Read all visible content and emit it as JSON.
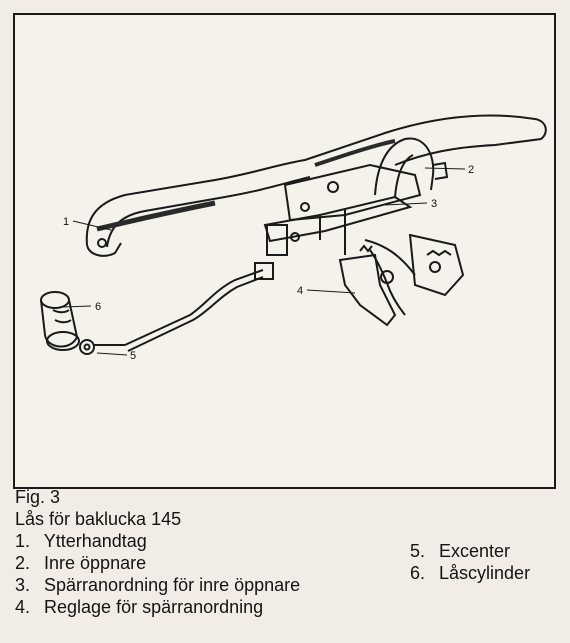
{
  "figure": {
    "callouts": [
      {
        "id": "1",
        "text": "1"
      },
      {
        "id": "2",
        "text": "2"
      },
      {
        "id": "3",
        "text": "3"
      },
      {
        "id": "4",
        "text": "4"
      },
      {
        "id": "5",
        "text": "5"
      },
      {
        "id": "6",
        "text": "6"
      }
    ]
  },
  "caption": {
    "fig_label": "Fig. 3",
    "title": "Lås för baklucka 145"
  },
  "legend": {
    "left": [
      {
        "num": "1.",
        "label": "Ytterhandtag"
      },
      {
        "num": "2.",
        "label": "Inre öppnare"
      },
      {
        "num": "3.",
        "label": "Spärranordning för inre öppnare"
      },
      {
        "num": "4.",
        "label": "Reglage för spärranordning"
      }
    ],
    "right": [
      {
        "num": "5.",
        "label": "Excenter"
      },
      {
        "num": "6.",
        "label": "Låscylinder"
      }
    ]
  }
}
